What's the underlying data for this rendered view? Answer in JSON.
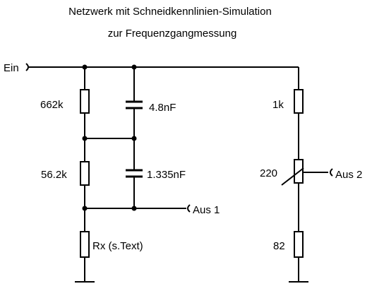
{
  "diagram": {
    "title_line1": "Netzwerk mit Schneidkennlinien-Simulation",
    "title_line2": "zur Frequenzgangmessung",
    "ports": {
      "input": "Ein",
      "output1": "Aus 1",
      "output2": "Aus 2"
    },
    "components": {
      "r1": "662k",
      "r2": "56.2k",
      "c1": "4.8nF",
      "c2": "1.335nF",
      "rx": "Rx  (s.Text)",
      "r3": "1k",
      "pot": "220",
      "r4": "82"
    }
  }
}
